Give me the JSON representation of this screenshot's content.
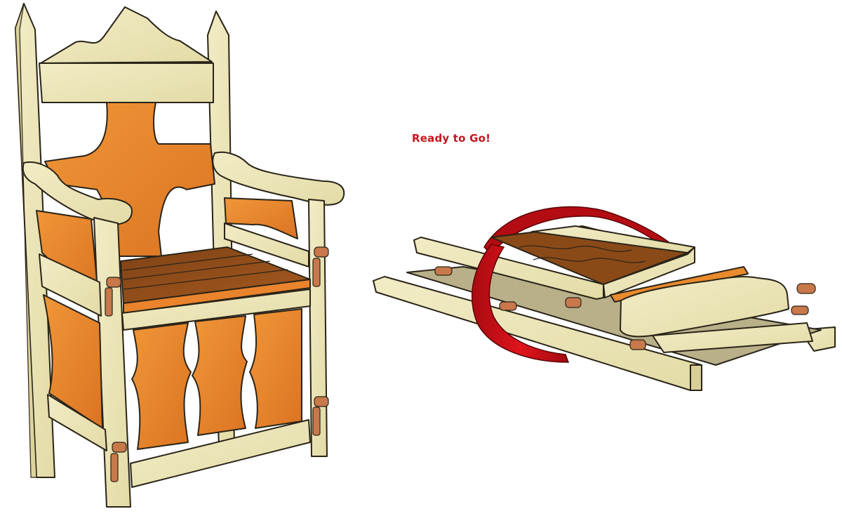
{
  "caption": {
    "text": "Ready to Go!",
    "color": "#c8141e"
  },
  "illustrations": [
    {
      "name": "assembled-chair",
      "description": "Throne-style folding chair, assembled"
    },
    {
      "name": "folded-chair-bundle",
      "description": "Chair disassembled and stacked flat, wrapped with a red strap"
    }
  ],
  "colors": {
    "pale_wood": "#ece5b6",
    "pale_wood_shade": "#d9d09a",
    "orange_wood": "#e98a2c",
    "orange_wood_dark": "#d06a1c",
    "seat_wood": "#8a4a18",
    "peg_wood": "#c8784a",
    "strap_red": "#cc1118",
    "outline": "#2a2418"
  }
}
